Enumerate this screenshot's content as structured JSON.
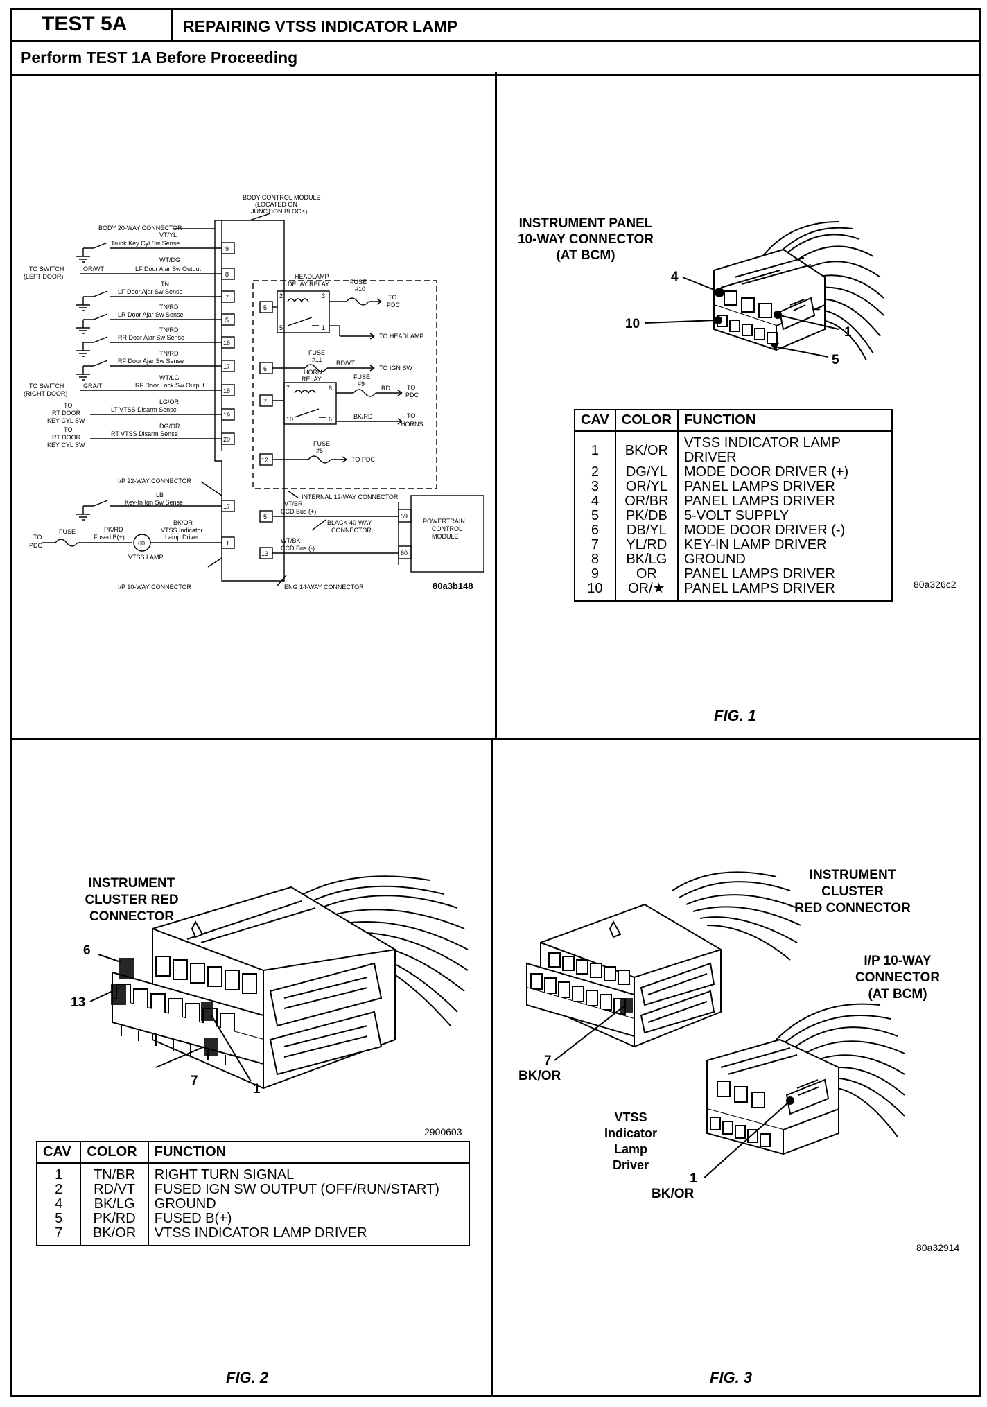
{
  "header": {
    "test_id": "TEST 5A",
    "title": "REPAIRING VTSS INDICATOR LAMP",
    "subtitle": "Perform TEST 1A Before Proceeding"
  },
  "schematic": {
    "module": "BODY CONTROL MODULE",
    "module_loc1": "(LOCATED ON",
    "module_loc2": "JUNCTION BLOCK)",
    "conn_body": "BODY 20-WAY CONNECTOR",
    "circuits": [
      {
        "wire": "VT/YL",
        "desc": "Trunk Key Cyl Sw Sense",
        "pin": "9"
      },
      {
        "wire": "WT/DG",
        "desc": "LF Door Ajar Sw Output",
        "pin": "8"
      },
      {
        "wire": "TN",
        "desc": "LF Door Ajar Sw Sense",
        "pin": "7"
      },
      {
        "wire": "TN/RD",
        "desc": "LR Door Ajar Sw Sense",
        "pin": "5"
      },
      {
        "wire": "TN/RD",
        "desc": "RR Door Ajar Sw Sense",
        "pin": "16"
      },
      {
        "wire": "TN/RD",
        "desc": "RF Door Ajar Sw Sense",
        "pin": "17"
      },
      {
        "wire": "WT/LG",
        "desc": "RF Door Lock Sw Output",
        "pin": "18"
      },
      {
        "wire": "LG/OR",
        "desc": "LT VTSS Disarm Sense",
        "pin": "19"
      },
      {
        "wire": "DG/OR",
        "desc": "RT VTSS Disarm Sense",
        "pin": "20"
      }
    ],
    "to_switch_left_1": "TO SWITCH",
    "to_switch_left_2": "(LEFT DOOR)",
    "wire_or_wt": "OR/WT",
    "to_switch_right_1": "TO SWITCH",
    "to_switch_right_2": "(RIGHT DOOR)",
    "wire_gr_vt": "GRA/T",
    "rt_door_1": "TO",
    "rt_door_2": "RT DOOR",
    "rt_door_3": "KEY CYL SW",
    "ip22": "I/P 22-WAY CONNECTOR",
    "wire_lb": "LB",
    "keyin": "Key-In Ign Sw Sense",
    "keyin_pin": "17",
    "wire_bkor": "BK/OR",
    "vtss_ind1": "VTSS Indicator",
    "vtss_ind2": "Lamp Driver",
    "vtss_pin": "1",
    "to_pdc_1": "TO",
    "to_pdc_2": "PDC",
    "fuse": "FUSE",
    "wire_pkrd": "PK/RD",
    "fused_b": "Fused B(+)",
    "lamp_num": "60",
    "vtss_lamp": "VTSS LAMP",
    "ip10": "I/P 10-WAY CONNECTOR",
    "headlamp_relay_1": "HEADLAMP",
    "headlamp_relay_2": "DELAY RELAY",
    "fuse10": "FUSE",
    "fuse10n": "#10",
    "to_pdc": "TO",
    "pdc": "PDC",
    "to_headlamp": "TO HEADLAMP",
    "fuse11": "FUSE",
    "fuse11n": "#11",
    "wire_rdvt": "RD/VT",
    "to_ign": "TO IGN SW",
    "horn_relay_1": "HORN",
    "horn_relay_2": "RELAY",
    "fuse9": "FUSE",
    "fuse9n": "#9",
    "wire_rd": "RD",
    "wire_bkrd": "BK/RD",
    "to_horns_1": "TO",
    "to_horns_2": "HORNS",
    "fuse5": "FUSE",
    "fuse5n": "#5",
    "to_pdc2": "TO PDC",
    "int_pins": [
      "5",
      "6",
      "7",
      "12"
    ],
    "internal": "INTERNAL 12-WAY CONNECTOR",
    "wire_vtbr": "VT/BR",
    "ccd_plus": "CCD Bus (+)",
    "wire_wtbk": "WT/BK",
    "ccd_minus": "CCD Bus (-)",
    "black40_1": "BLACK 40-WAY",
    "black40_2": "CONNECTOR",
    "pcm_1": "POWERTRAIN",
    "pcm_2": "CONTROL",
    "pcm_3": "MODULE",
    "pcm_pin1": "59",
    "pcm_pin2": "60",
    "eng_pins": [
      "5",
      "13"
    ],
    "eng14": "ENG 14-WAY CONNECTOR",
    "code": "80a3b148",
    "relay_pins": [
      "2",
      "3",
      "5",
      "1",
      "7",
      "8",
      "10",
      "6"
    ]
  },
  "fig1": {
    "title_1": "INSTRUMENT PANEL",
    "title_2": "10-WAY CONNECTOR",
    "title_3": "(AT BCM)",
    "callouts": [
      "4",
      "10",
      "1",
      "5"
    ],
    "headers": [
      "CAV",
      "COLOR",
      "FUNCTION"
    ],
    "rows": [
      [
        "1",
        "BK/OR",
        "VTSS INDICATOR LAMP DRIVER"
      ],
      [
        "2",
        "DG/YL",
        "MODE DOOR DRIVER (+)"
      ],
      [
        "3",
        "OR/YL",
        "PANEL LAMPS DRIVER"
      ],
      [
        "4",
        "OR/BR",
        "PANEL LAMPS DRIVER"
      ],
      [
        "5",
        "PK/DB",
        "5-VOLT SUPPLY"
      ],
      [
        "6",
        "DB/YL",
        "MODE DOOR DRIVER (-)"
      ],
      [
        "7",
        "YL/RD",
        "KEY-IN LAMP DRIVER"
      ],
      [
        "8",
        "BK/LG",
        "GROUND"
      ],
      [
        "9",
        "OR",
        "PANEL LAMPS DRIVER"
      ],
      [
        "10",
        "OR/★",
        "PANEL LAMPS DRIVER"
      ]
    ],
    "code": "80a326c2",
    "caption": "FIG. 1"
  },
  "fig2": {
    "title_1": "INSTRUMENT",
    "title_2": "CLUSTER RED",
    "title_3": "CONNECTOR",
    "callouts": [
      "6",
      "13",
      "7",
      "1"
    ],
    "code": "2900603",
    "headers": [
      "CAV",
      "COLOR",
      "FUNCTION"
    ],
    "rows": [
      [
        "1",
        "TN/BR",
        "RIGHT TURN SIGNAL"
      ],
      [
        "2",
        "RD/VT",
        "FUSED IGN SW OUTPUT (OFF/RUN/START)"
      ],
      [
        "4",
        "BK/LG",
        "GROUND"
      ],
      [
        "5",
        "PK/RD",
        "FUSED B(+)"
      ],
      [
        "7",
        "BK/OR",
        "VTSS INDICATOR LAMP DRIVER"
      ]
    ],
    "caption": "FIG. 2"
  },
  "fig3": {
    "title_1": "INSTRUMENT",
    "title_2": "CLUSTER",
    "title_3": "RED CONNECTOR",
    "ip_1": "I/P 10-WAY",
    "ip_2": "CONNECTOR",
    "ip_3": "(AT BCM)",
    "vtss_1": "VTSS",
    "vtss_2": "Indicator",
    "vtss_3": "Lamp",
    "vtss_4": "Driver",
    "pin7": "7",
    "pin7_color": "BK/OR",
    "pin1": "1",
    "pin1_color": "BK/OR",
    "code": "80a32914",
    "caption": "FIG. 3"
  }
}
